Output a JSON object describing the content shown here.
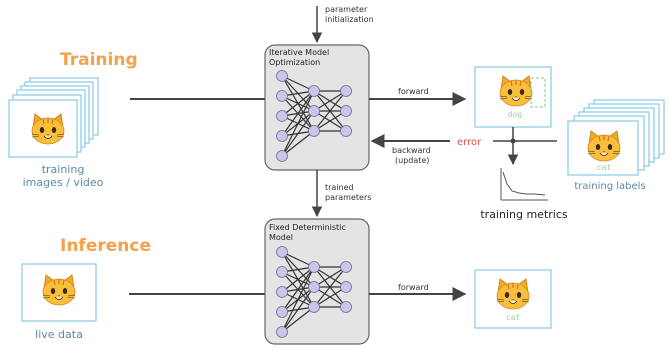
{
  "sections": {
    "training": "Training",
    "inference": "Inference"
  },
  "captions": {
    "training_images_line1": "training",
    "training_images_line2": "images / video",
    "training_labels": "training labels",
    "live_data": "live data",
    "training_metrics": "training metrics"
  },
  "models": {
    "iterative_line1": "Iterative Model",
    "iterative_line2": "Optimization",
    "fixed_line1": "Fixed Deterministic",
    "fixed_line2": "Model"
  },
  "arrows": {
    "param_init_line1": "parameter",
    "param_init_line2": "initialization",
    "forward_train": "forward",
    "backward_line1": "backward",
    "backward_line2": "(update)",
    "error": "error",
    "trained_params_line1": "trained",
    "trained_params_line2": "parameters",
    "forward_infer": "forward"
  },
  "predictions": {
    "train_pred_label": "dog",
    "label_tag": "cat",
    "infer_pred_label": "cat"
  },
  "icons": {
    "cat": "cat-face-emoji"
  },
  "colors": {
    "section_title": "#f5a14a",
    "caption": "#5a8aa6",
    "error": "#e0534a",
    "frame_border": "#8fd0e6",
    "model_fill": "#e4e4e4",
    "node_fill": "#cbc6e8",
    "pred_label": "#9fcfa0"
  }
}
